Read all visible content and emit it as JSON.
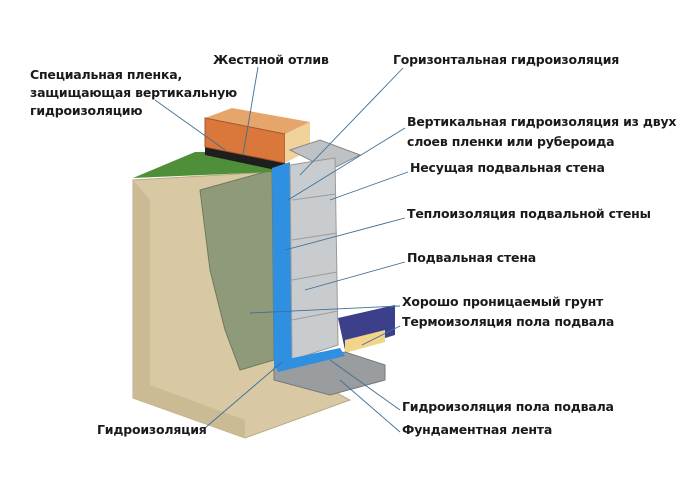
{
  "labels": {
    "special_film": [
      "Специальная пленка,",
      "защищающая вертикальную",
      "гидроизоляцию"
    ],
    "tin_drip": "Жестяной отлив",
    "horizontal_waterproofing": "Горизонтальная гидроизоляция",
    "vertical_waterproofing": [
      "Вертикальная гидроизоляция из двух",
      "слоев пленки или рубероида"
    ],
    "load_bearing_wall": "Несущая подвальная стена",
    "wall_insulation": "Теплоизоляция подвальной стены",
    "basement_wall": "Подвальная стена",
    "permeable_soil": "Хорошо проницаемый грунт",
    "floor_insulation": "Термоизоляция пола подвала",
    "floor_waterproofing": "Гидроизоляция пола подвала",
    "foundation_strip": "Фундаментная лента",
    "waterproofing": "Гидроизоляция"
  },
  "colors": {
    "soil": "#d8c9a4",
    "grass": "#4f8f3a",
    "brick": "#d9783a",
    "waterproof_blue": "#2f8fe0",
    "wall": "#c9ccce",
    "floor": "#3c3f8a",
    "text": "#1a1a1a"
  }
}
